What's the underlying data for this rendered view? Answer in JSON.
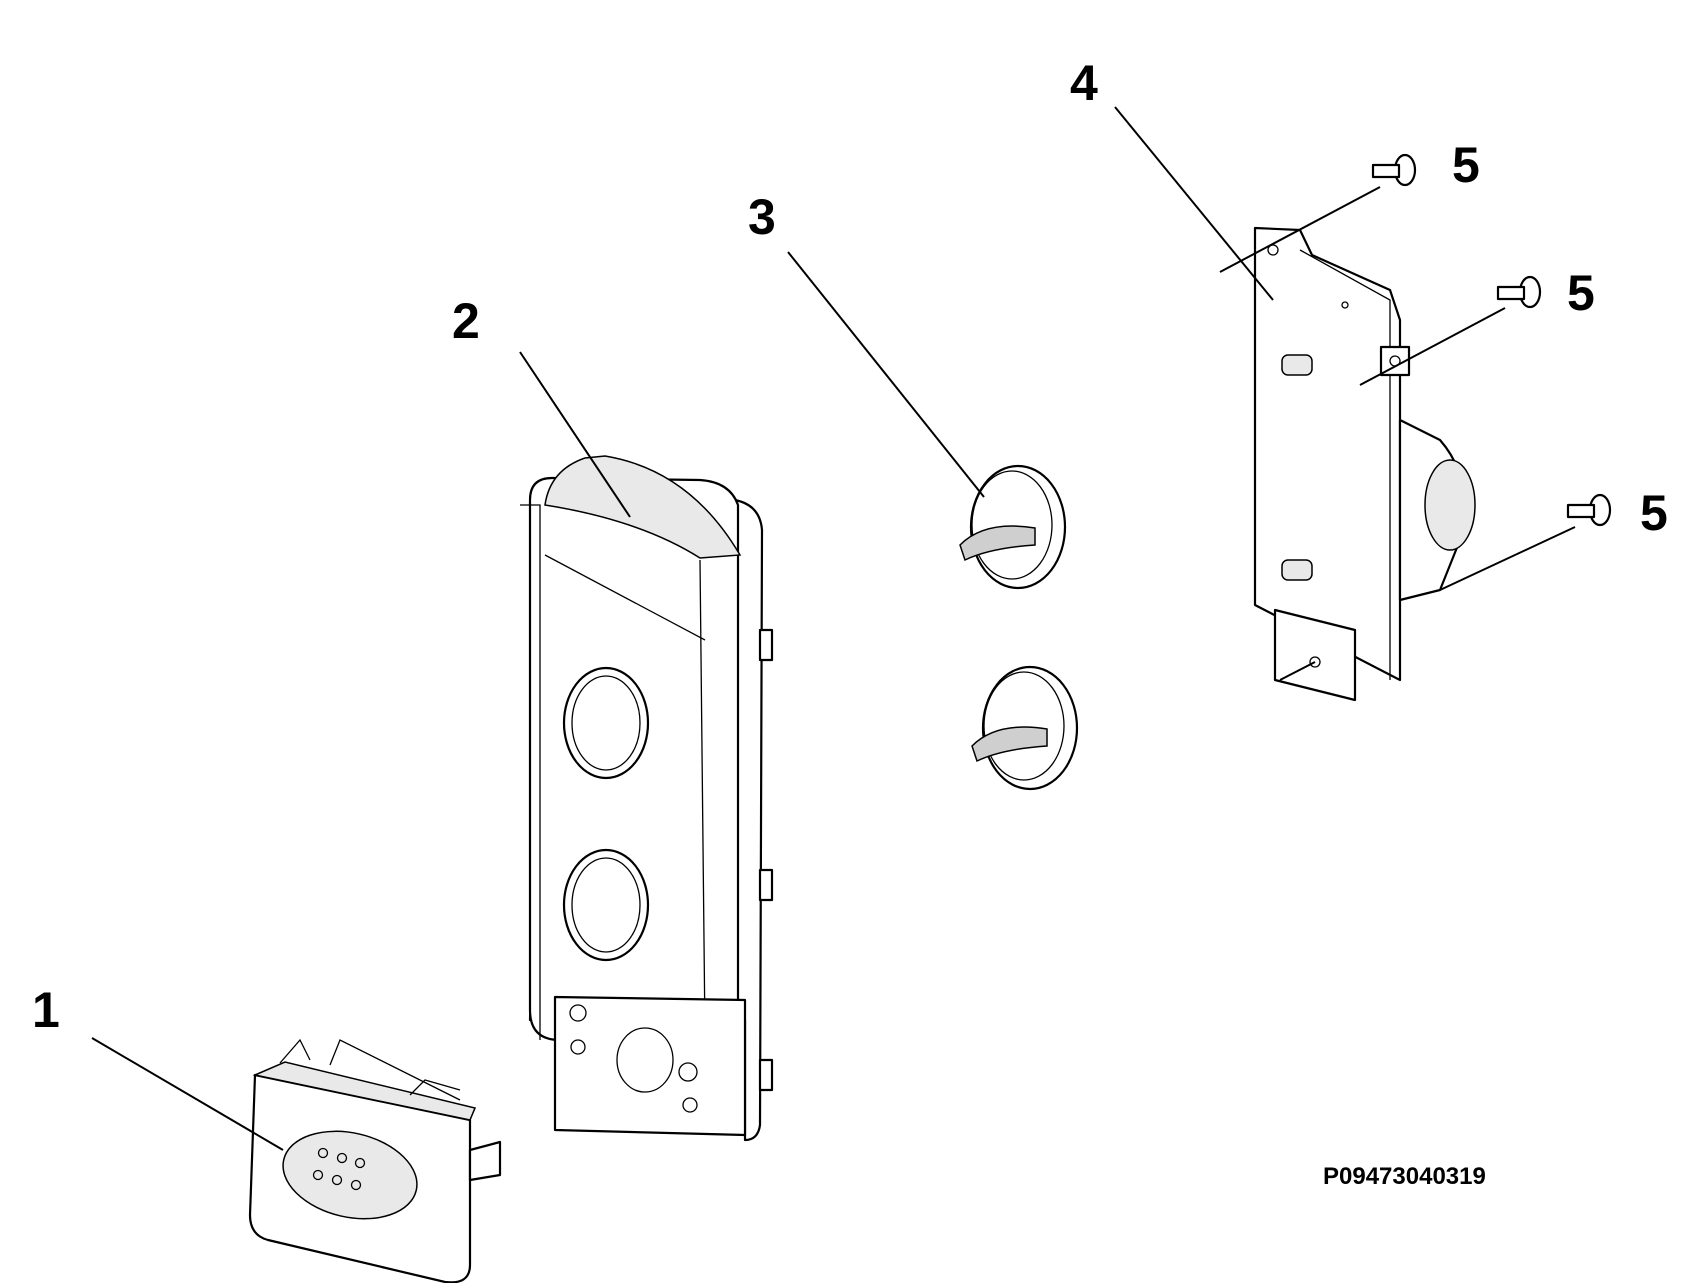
{
  "callouts": {
    "part1": "1",
    "part2": "2",
    "part3": "3",
    "part4": "4",
    "screw_a": "5",
    "screw_b": "5",
    "screw_c": "5"
  },
  "drawing_code": "P09473040319"
}
